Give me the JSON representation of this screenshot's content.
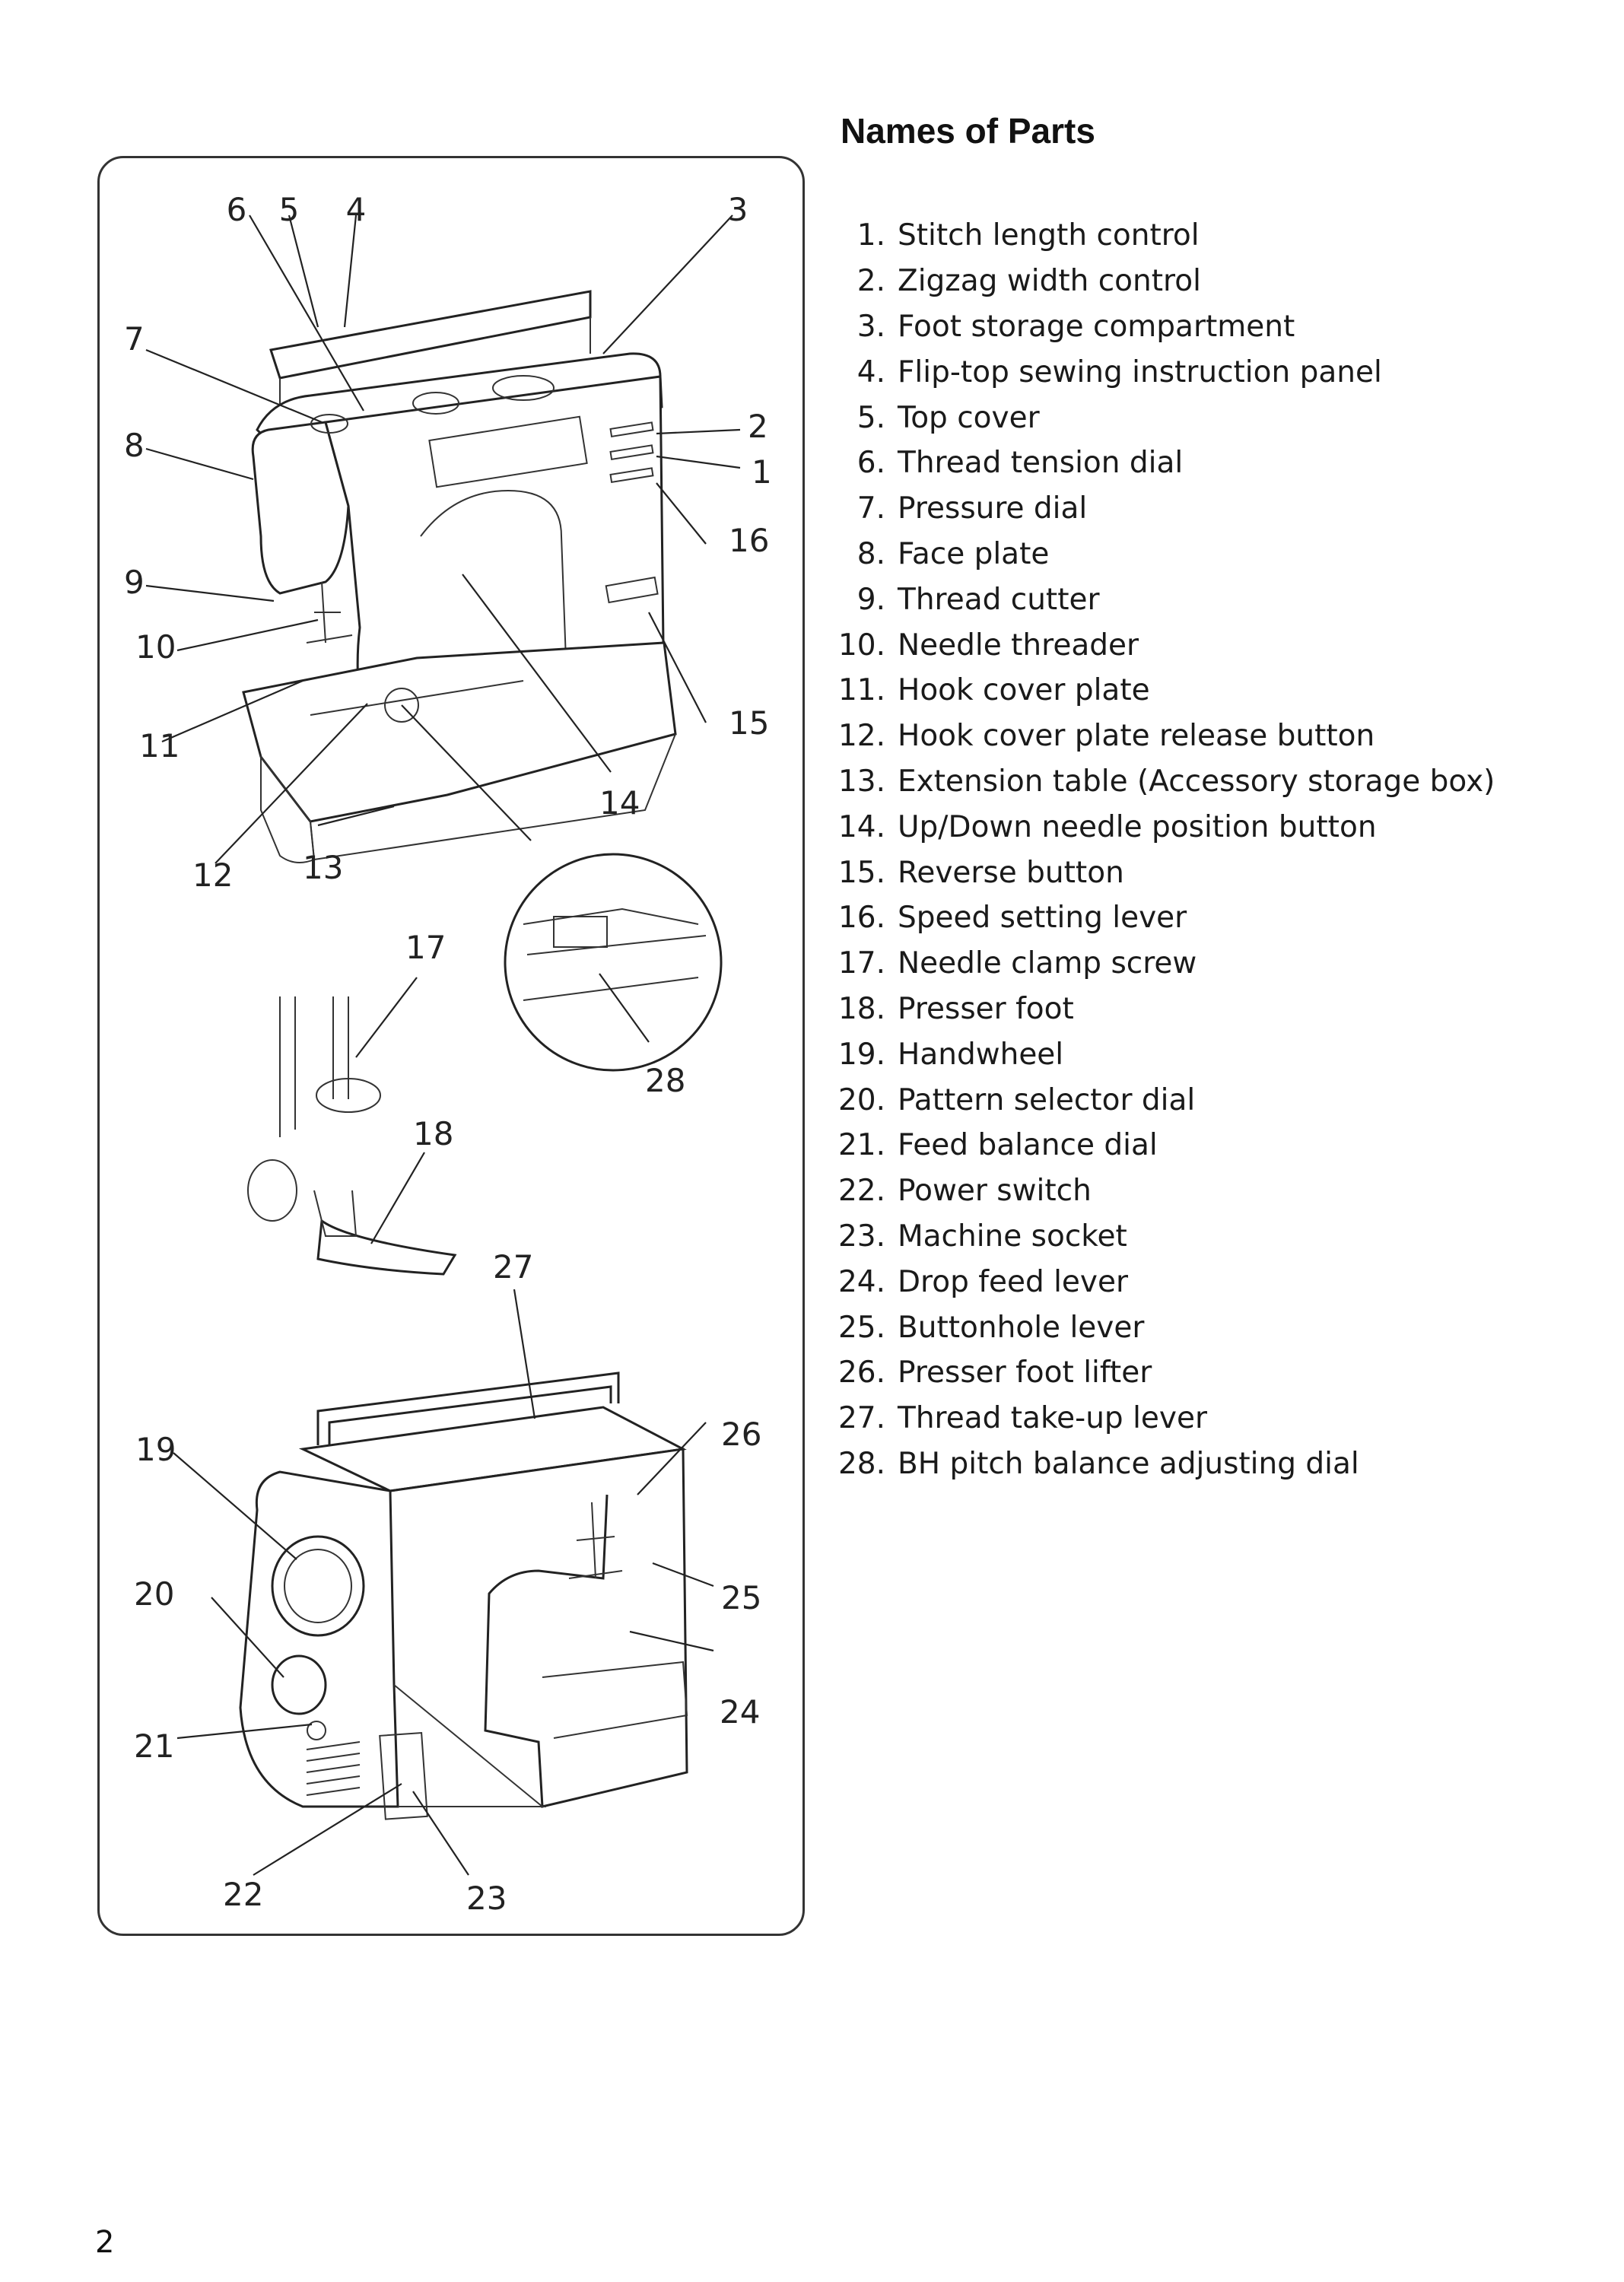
{
  "title": "Names of Parts",
  "page_number": "2",
  "parts": [
    {
      "num": "1.",
      "label": "Stitch length control"
    },
    {
      "num": "2.",
      "label": "Zigzag width control"
    },
    {
      "num": "3.",
      "label": "Foot storage compartment"
    },
    {
      "num": "4.",
      "label": "Flip-top sewing instruction panel"
    },
    {
      "num": "5.",
      "label": "Top cover"
    },
    {
      "num": "6.",
      "label": "Thread tension dial"
    },
    {
      "num": "7.",
      "label": "Pressure dial"
    },
    {
      "num": "8.",
      "label": "Face plate"
    },
    {
      "num": "9.",
      "label": "Thread cutter"
    },
    {
      "num": "10.",
      "label": "Needle threader"
    },
    {
      "num": "11.",
      "label": "Hook cover plate"
    },
    {
      "num": "12.",
      "label": "Hook cover plate release button"
    },
    {
      "num": "13.",
      "label": "Extension table (Accessory storage box)"
    },
    {
      "num": "14.",
      "label": "Up/Down needle position button"
    },
    {
      "num": "15.",
      "label": "Reverse button"
    },
    {
      "num": "16.",
      "label": "Speed setting lever"
    },
    {
      "num": "17.",
      "label": "Needle clamp screw"
    },
    {
      "num": "18.",
      "label": "Presser foot"
    },
    {
      "num": "19.",
      "label": "Handwheel"
    },
    {
      "num": "20.",
      "label": "Pattern selector dial"
    },
    {
      "num": "21.",
      "label": "Feed balance dial"
    },
    {
      "num": "22.",
      "label": "Power switch"
    },
    {
      "num": "23.",
      "label": "Machine socket"
    },
    {
      "num": "24.",
      "label": "Drop feed lever"
    },
    {
      "num": "25.",
      "label": "Buttonhole lever"
    },
    {
      "num": "26.",
      "label": "Presser foot lifter"
    },
    {
      "num": "27.",
      "label": "Thread take-up lever"
    },
    {
      "num": "28.",
      "label": "BH pitch balance adjusting dial"
    }
  ],
  "callouts": [
    "1",
    "2",
    "3",
    "4",
    "5",
    "6",
    "7",
    "8",
    "9",
    "10",
    "11",
    "12",
    "13",
    "14",
    "15",
    "16",
    "17",
    "18",
    "19",
    "20",
    "21",
    "22",
    "23",
    "24",
    "25",
    "26",
    "27",
    "28"
  ]
}
